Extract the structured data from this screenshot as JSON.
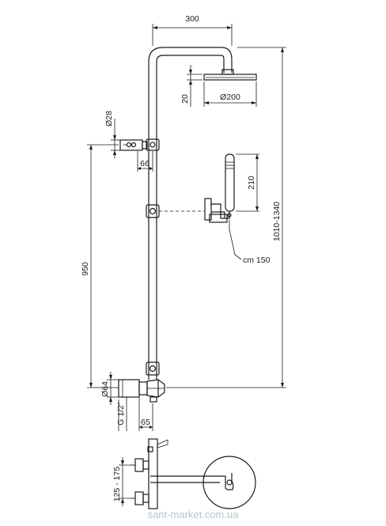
{
  "dimensions": {
    "arm_width": "300",
    "head_thickness": "20",
    "head_diameter": "Ø200",
    "holder_diameter": "Ø28",
    "holder_offset": "66",
    "handshower_length": "210",
    "hose_length": "cm 150",
    "total_height": "1010-1340",
    "mixer_to_holder": "950",
    "mixer_diameter": "Ø64",
    "thread": "G 1/2\"",
    "mixer_offset": "65",
    "inlet_spacing": "125 - 175"
  },
  "watermark": "sant-market.com.ua"
}
